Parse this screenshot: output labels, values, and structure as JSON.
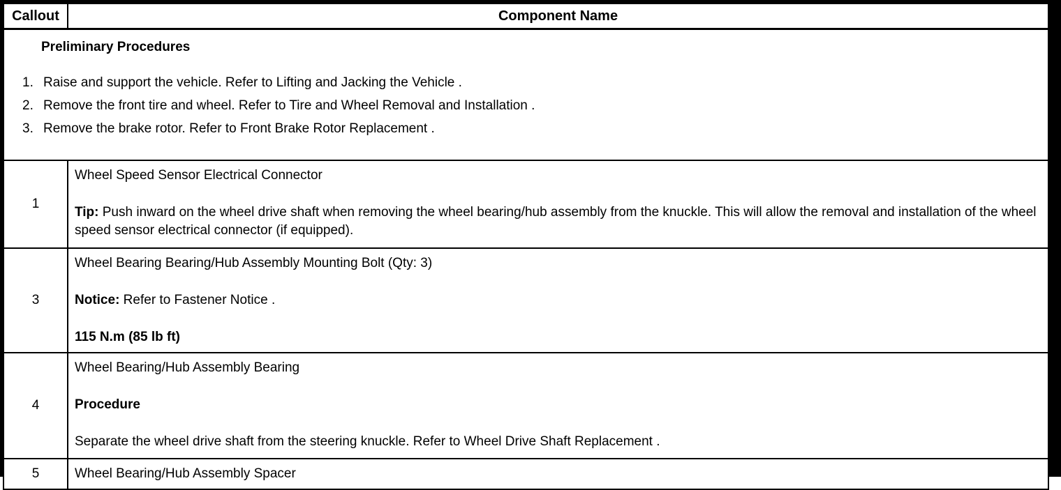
{
  "header": {
    "callout": "Callout",
    "component": "Component Name"
  },
  "preliminary": {
    "title": "Preliminary Procedures",
    "steps": [
      {
        "num": "1.",
        "text": "Raise and support the vehicle. Refer to Lifting and Jacking the Vehicle ."
      },
      {
        "num": "2.",
        "text": "Remove the front tire and wheel. Refer to Tire and Wheel Removal and Installation ."
      },
      {
        "num": "3.",
        "text": "Remove the brake rotor. Refer to Front Brake Rotor Replacement ."
      }
    ]
  },
  "rows": [
    {
      "callout": "1",
      "title": "Wheel Speed Sensor Electrical Connector",
      "note_label": "Tip:",
      "note_text": " Push inward on the wheel drive shaft when removing the wheel bearing/hub assembly from the knuckle. This will allow the removal and installation of the wheel speed sensor electrical connector (if equipped)."
    },
    {
      "callout": "3",
      "title": "Wheel Bearing Bearing/Hub Assembly Mounting Bolt (Qty: 3)",
      "note_label": "Notice:",
      "note_text": " Refer to Fastener Notice .",
      "torque": "115 N.m (85 lb ft)"
    },
    {
      "callout": "4",
      "title": "Wheel Bearing/Hub Assembly Bearing",
      "subheading": "Procedure",
      "procedure_text": "Separate the wheel drive shaft from the steering knuckle. Refer to Wheel Drive Shaft Replacement ."
    },
    {
      "callout": "5",
      "title": "Wheel Bearing/Hub Assembly Spacer"
    }
  ],
  "colors": {
    "border": "#000000",
    "background": "#ffffff",
    "text": "#000000"
  }
}
